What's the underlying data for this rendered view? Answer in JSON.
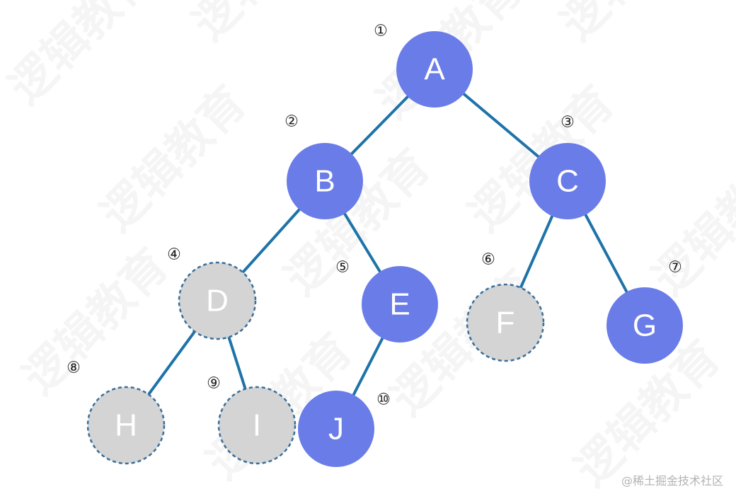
{
  "watermark": "逻辑教育",
  "credit": "@稀土掘金技术社区",
  "colors": {
    "filled": "#6A7CE8",
    "empty_fill": "#D4D4D4",
    "empty_border": "#3A6F9A",
    "edge": "#1E73A8"
  },
  "tree": {
    "nodes": [
      {
        "id": "A",
        "label": "A",
        "index": "①",
        "status": "filled"
      },
      {
        "id": "B",
        "label": "B",
        "index": "②",
        "status": "filled"
      },
      {
        "id": "C",
        "label": "C",
        "index": "③",
        "status": "filled"
      },
      {
        "id": "D",
        "label": "D",
        "index": "④",
        "status": "empty"
      },
      {
        "id": "E",
        "label": "E",
        "index": "⑤",
        "status": "filled"
      },
      {
        "id": "F",
        "label": "F",
        "index": "⑥",
        "status": "empty"
      },
      {
        "id": "G",
        "label": "G",
        "index": "⑦",
        "status": "filled"
      },
      {
        "id": "H",
        "label": "H",
        "index": "⑧",
        "status": "empty"
      },
      {
        "id": "I",
        "label": "I",
        "index": "⑨",
        "status": "empty"
      },
      {
        "id": "J",
        "label": "J",
        "index": "⑩",
        "status": "filled"
      }
    ],
    "edges": [
      [
        "A",
        "B"
      ],
      [
        "A",
        "C"
      ],
      [
        "B",
        "D"
      ],
      [
        "B",
        "E"
      ],
      [
        "C",
        "F"
      ],
      [
        "C",
        "G"
      ],
      [
        "D",
        "H"
      ],
      [
        "D",
        "I"
      ],
      [
        "E",
        "J"
      ]
    ]
  }
}
